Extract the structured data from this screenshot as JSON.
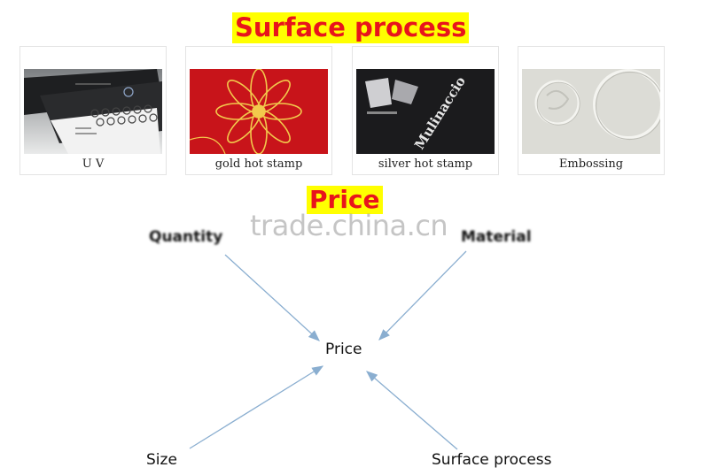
{
  "heading": {
    "surface": "Surface process",
    "price": "Price"
  },
  "cards": [
    {
      "caption": "U V"
    },
    {
      "caption": "gold hot stamp"
    },
    {
      "caption": "silver hot stamp",
      "print_text": "Mulinaccio"
    },
    {
      "caption": "Embossing"
    }
  ],
  "diagram": {
    "quantity": "Quantity",
    "material": "Material",
    "center": "Price",
    "size": "Size",
    "surface": "Surface process"
  },
  "watermark": "trade.china.cn",
  "colors": {
    "title_text": "#e8141c",
    "title_bg": "#ffff00",
    "arrow": "#8aaed0"
  }
}
